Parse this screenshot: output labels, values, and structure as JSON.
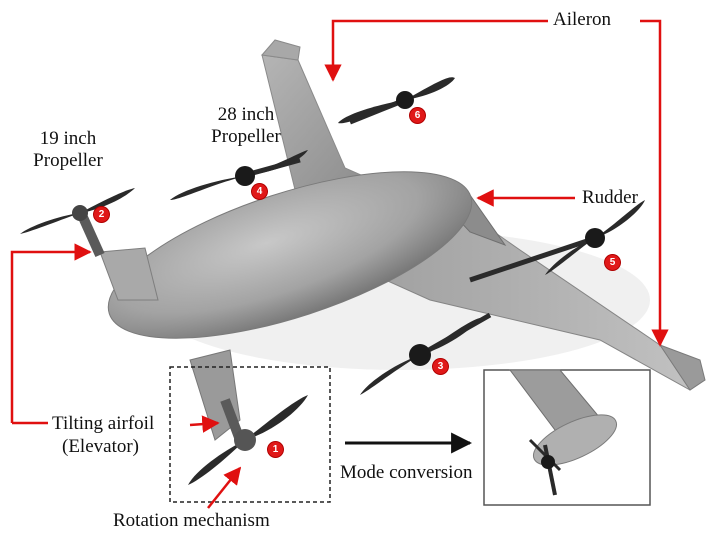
{
  "labels": {
    "aileron": "Aileron",
    "prop28_line1": "28 inch",
    "prop28_line2": "Propeller",
    "prop19_line1": "19 inch",
    "prop19_line2": "Propeller",
    "rudder": "Rudder",
    "tilting_line1": "Tilting airfoil",
    "tilting_line2": "(Elevator)",
    "mode_conversion": "Mode conversion",
    "rotation_mechanism": "Rotation mechanism"
  },
  "badges": [
    "1",
    "2",
    "3",
    "4",
    "5",
    "6"
  ],
  "colors": {
    "arrow": "#e01010",
    "badge": "#e01818",
    "body_light": "#b9b9b9",
    "body_mid": "#9a9a9a",
    "body_dark": "#6e6e6e",
    "propeller": "#2a2a2a"
  }
}
